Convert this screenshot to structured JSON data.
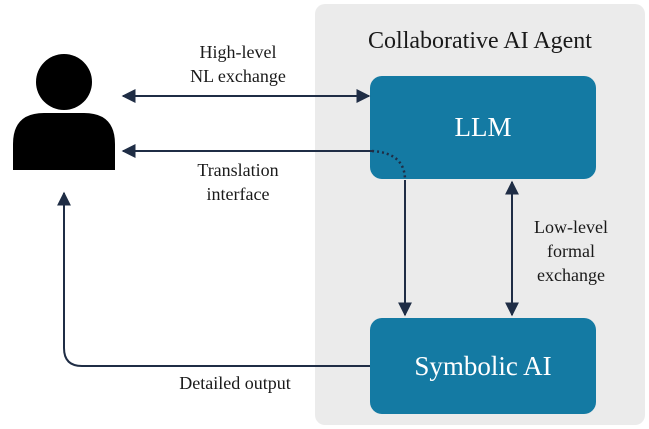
{
  "agent": {
    "title": "Collaborative AI Agent",
    "llm_label": "LLM",
    "symbolic_label": "Symbolic AI"
  },
  "edges": {
    "nl_line1": "High-level",
    "nl_line2": "NL exchange",
    "translation_line1": "Translation",
    "translation_line2": "interface",
    "formal_line1": "Low-level",
    "formal_line2": "formal",
    "formal_line3": "exchange",
    "output": "Detailed output"
  },
  "user": {
    "icon": "person-icon"
  },
  "colors": {
    "box_fill": "#147aa3",
    "panel": "#ebebeb",
    "arrow": "#1f2d45",
    "person": "#000000"
  }
}
